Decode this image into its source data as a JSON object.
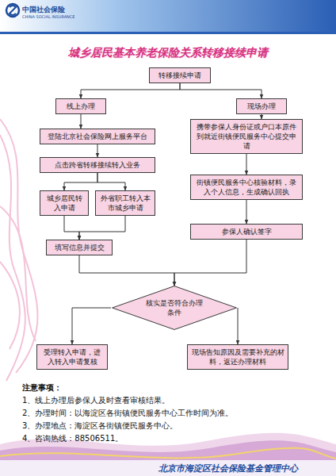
{
  "diagram": {
    "title": "城乡居民基本养老保险关系转移接续申请",
    "nodes": [
      {
        "text": [
          "转移接续申请"
        ]
      },
      {
        "text": [
          "线上办理"
        ]
      },
      {
        "text": [
          "现场办理"
        ]
      },
      {
        "text": [
          "登陆北京社会保险网上服务平台"
        ]
      },
      {
        "text": [
          "携带参保人身份证或户口本原件到就近街镇便民服务中心提交申请"
        ]
      },
      {
        "text": [
          "点击跨省转移接续转入业务"
        ]
      },
      {
        "text": [
          "城乡居民转入申请"
        ]
      },
      {
        "text": [
          "外省职工转入本市城乡申请"
        ]
      },
      {
        "text": [
          "街镇便民服务中心核验材料，录入个人信息，生成确认回执"
        ]
      },
      {
        "text": [
          "参保人确认签字"
        ]
      },
      {
        "text": [
          "填写信息并提交"
        ]
      },
      {
        "text": [
          "核实是否符合办理条件"
        ]
      },
      {
        "text": [
          "受理转入申请，进入转入申请复核"
        ]
      },
      {
        "text": [
          "现场告知原因及需要补充的材料，返还办理材料"
        ]
      }
    ],
    "edges": [
      {
        "from": 0,
        "to": 1,
        "arrow": "to"
      },
      {
        "from": 0,
        "to": 2,
        "arrow": "to"
      },
      {
        "from": 1,
        "to": 3,
        "arrow": "to"
      },
      {
        "from": 3,
        "to": 5,
        "arrow": "to"
      },
      {
        "from": 5,
        "to": 6,
        "arrow": "to"
      },
      {
        "from": 5,
        "to": 7,
        "arrow": "to"
      },
      {
        "from": 6,
        "to": 10,
        "arrow": "to"
      },
      {
        "from": 7,
        "to": 10,
        "arrow": "to"
      },
      {
        "from": 10,
        "to": 11,
        "arrow": "to"
      },
      {
        "from": 2,
        "to": 4,
        "arrow": "to"
      },
      {
        "from": 4,
        "to": 8,
        "arrow": "to"
      },
      {
        "from": 8,
        "to": 9,
        "arrow": "to"
      },
      {
        "from": 9,
        "to": 11,
        "arrow": "to"
      },
      {
        "from": 11,
        "to": 12,
        "arrow": "to"
      },
      {
        "from": 11,
        "to": 13,
        "arrow": "to"
      }
    ],
    "labels": [
      "中国社会保险",
      "CHINA SOCIAL INSURANCE",
      "注意事项：",
      "1、线上办理后参保人及时查看审核结果。",
      "2、办理时间：以海淀区各街镇便民服务中心工作时间为准。",
      "3、办理地点：海淀区各街镇便民服务中心。",
      "4、咨询热线：88506511。",
      "北京市海淀区社会保险基金管理中心"
    ]
  }
}
